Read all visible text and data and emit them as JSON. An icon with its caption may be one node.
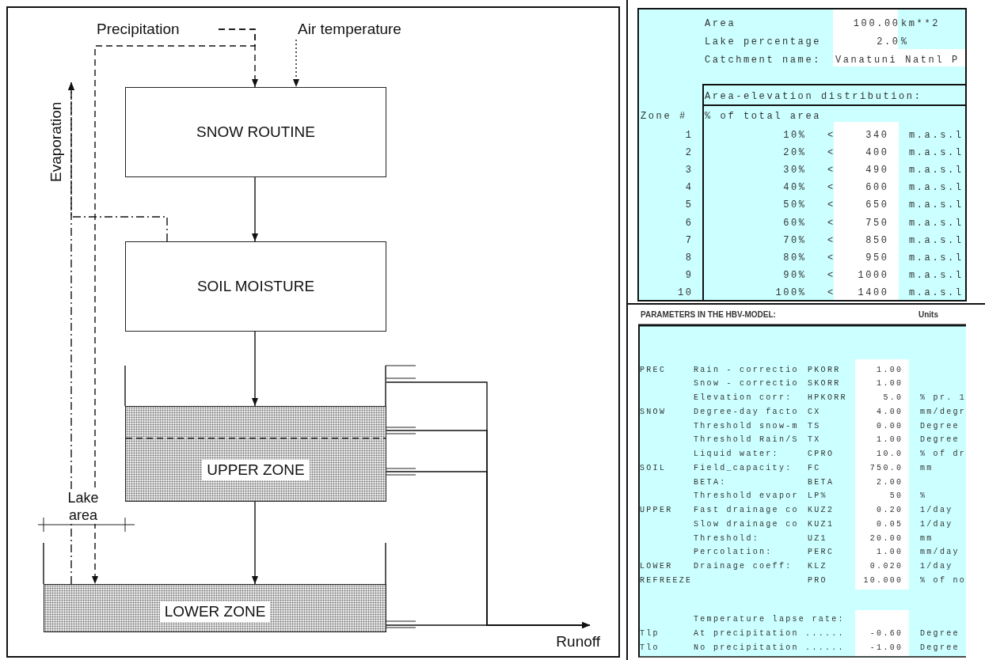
{
  "diagram": {
    "nodes": [
      {
        "text": [
          "Precipitation"
        ]
      },
      {
        "text": [
          "Air temperature"
        ]
      },
      {
        "text": [
          "Evaporation"
        ]
      },
      {
        "text": [
          "SNOW ROUTINE"
        ]
      },
      {
        "text": [
          "SOIL MOISTURE"
        ]
      },
      {
        "text": [
          "UPPER ZONE"
        ]
      },
      {
        "text": [
          "LOWER ZONE"
        ]
      },
      {
        "text": [
          "Runoff"
        ]
      }
    ],
    "edges": [
      {
        "from": 0,
        "to": 3,
        "arrow": "to",
        "style": "dashed"
      },
      {
        "from": 0,
        "to": 6,
        "arrow": "to",
        "style": "dashed"
      },
      {
        "from": 1,
        "to": 3,
        "arrow": "to",
        "style": "dashed"
      },
      {
        "from": 3,
        "to": 4,
        "arrow": "to"
      },
      {
        "from": 4,
        "to": 5,
        "arrow": "to"
      },
      {
        "from": 5,
        "to": 6,
        "arrow": "to"
      },
      {
        "from": 4,
        "to": 2,
        "arrow": "to",
        "style": "dashed"
      },
      {
        "from": 6,
        "to": 2,
        "arrow": "to",
        "style": "dashed"
      },
      {
        "from": 5,
        "to": 7,
        "arrow": "to"
      },
      {
        "from": 5,
        "to": 7,
        "arrow": "to"
      },
      {
        "from": 5,
        "to": 7,
        "arrow": "to"
      },
      {
        "from": 6,
        "to": 7,
        "arrow": "to"
      }
    ],
    "labels": [
      "Lake area",
      "Area",
      "100.00",
      "km**2",
      "Lake percentage",
      "2.0",
      "%",
      "Catchment name:",
      "Vanatuni Natnl P",
      "Area-elevation distribution:",
      "Zone #",
      "% of total area",
      "1",
      "10%",
      "<",
      "340",
      "m.a.s.l",
      "2",
      "20%",
      "<",
      "400",
      "m.a.s.l",
      "3",
      "30%",
      "<",
      "490",
      "m.a.s.l",
      "4",
      "40%",
      "<",
      "600",
      "m.a.s.l",
      "5",
      "50%",
      "<",
      "650",
      "m.a.s.l",
      "6",
      "60%",
      "<",
      "750",
      "m.a.s.l",
      "7",
      "70%",
      "<",
      "850",
      "m.a.s.l",
      "8",
      "80%",
      "<",
      "950",
      "m.a.s.l",
      "9",
      "90%",
      "<",
      "1000",
      "m.a.s.l",
      "10",
      "100%",
      "<",
      "1400",
      "m.a.s.l",
      "PARAMETERS IN THE HBV-MODEL:",
      "Units",
      "PREC",
      "Rain - correctio",
      "PKORR",
      "1.00",
      "Snow - correctio",
      "SKORR",
      "1.00",
      "Elevation corr:",
      "HPKORR",
      "5.0",
      "% pr. 1",
      "SNOW",
      "Degree-day facto",
      "CX",
      "4.00",
      "mm/degr",
      "Threshold snow-m",
      "TS",
      "0.00",
      "Degree",
      "Threshold Rain/S",
      "TX",
      "1.00",
      "Degree",
      "Liquid water:",
      "CPRO",
      "10.0",
      "% of dr",
      "SOIL",
      "Field_capacity:",
      "FC",
      "750.0",
      "mm",
      "BETA:",
      "BETA",
      "2.00",
      "Threshold evapor",
      "LP%",
      "50",
      "%",
      "UPPER",
      "Fast drainage co",
      "KUZ2",
      "0.20",
      "1/day",
      "Slow drainage co",
      "KUZ1",
      "0.05",
      "1/day",
      "Threshold:",
      "UZ1",
      "20.00",
      "mm",
      "Percolation:",
      "PERC",
      "1.00",
      "mm/day",
      "LOWER",
      "Drainage coeff:",
      "KLZ",
      "0.020",
      "1/day",
      "REFREEZE",
      "PRO",
      "10.000",
      "% of no",
      "Temperature lapse rate:",
      "Tlp",
      "At precipitation ......",
      "-0.60",
      "Degree",
      "Tlo",
      "No precipitation ......",
      "-1.00",
      "Degree"
    ]
  }
}
